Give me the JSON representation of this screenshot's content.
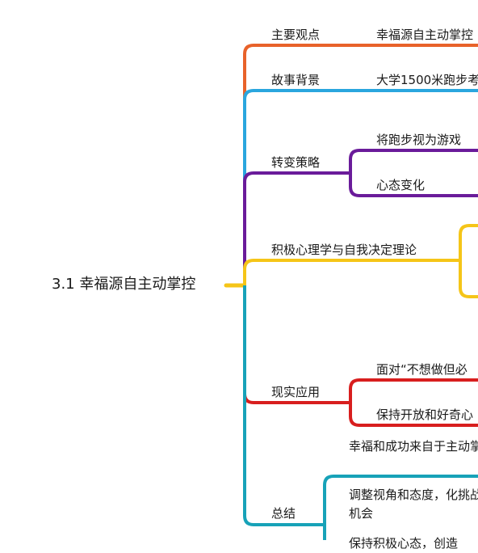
{
  "root": {
    "label": "3.1 幸福源自主动掌控"
  },
  "colors": {
    "root_connector": "#f5c518",
    "orange": "#e8622a",
    "blue": "#2aa6de",
    "purple": "#6a1b9a",
    "yellow": "#f5c518",
    "red": "#d81e1e",
    "teal": "#17a2b8"
  },
  "branches": [
    {
      "label": "主要观点",
      "children": [
        {
          "label": "幸福源自主动掌控"
        }
      ]
    },
    {
      "label": "故事背景",
      "children": [
        {
          "label": "大学1500米跑步考"
        }
      ]
    },
    {
      "label": "转变策略",
      "children": [
        {
          "label": "将跑步视为游戏"
        },
        {
          "label": "心态变化"
        }
      ]
    },
    {
      "label": "积极心理学与自我决定理论",
      "children": []
    },
    {
      "label": "现实应用",
      "children": [
        {
          "label": "面对“不想做但必"
        },
        {
          "label": "保持开放和好奇心"
        }
      ]
    },
    {
      "label": "总结",
      "children": [
        {
          "label": "幸福和成功来自于主动掌控"
        },
        {
          "label": "调整视角和态度，化挑战为机会"
        },
        {
          "label": "保持积极心态，创造"
        }
      ]
    }
  ]
}
